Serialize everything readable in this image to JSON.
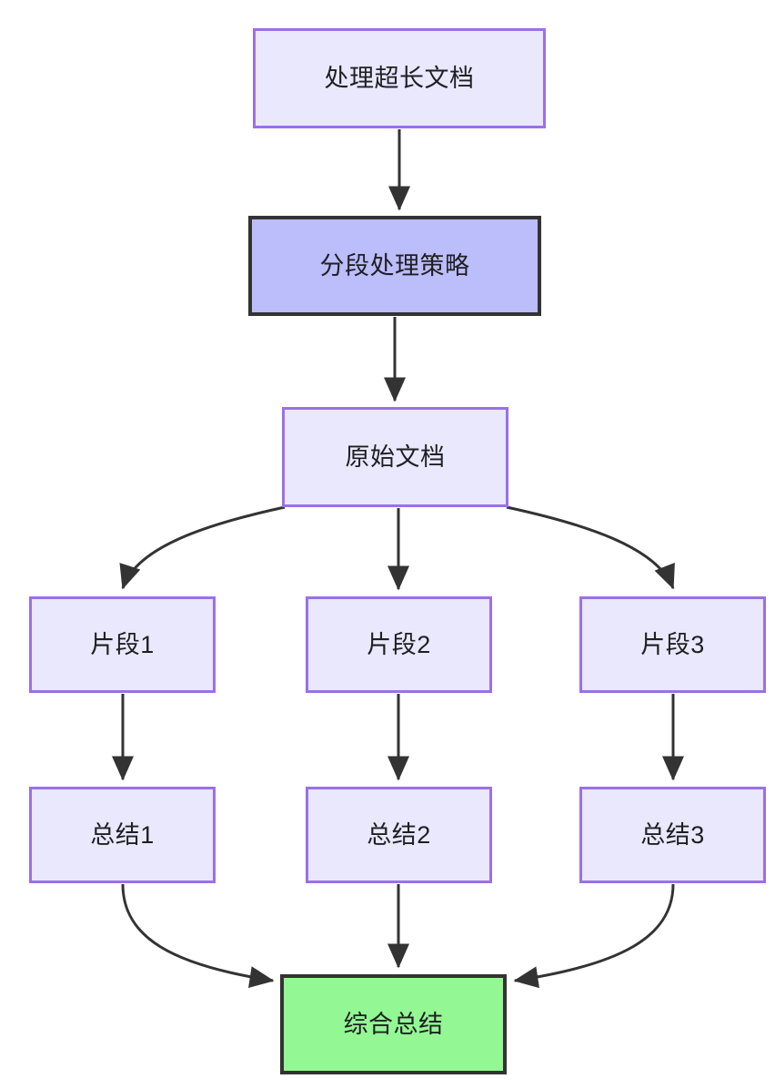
{
  "diagram": {
    "type": "flowchart",
    "direction": "top-down",
    "background_color": "#ffffff",
    "edge_color": "#333333",
    "palette": {
      "light_fill": "#eae8fd",
      "light_border": "#9a70e8",
      "accent_fill": "#bcbdfb",
      "accent_border": "#333333",
      "success_fill": "#93f894",
      "success_border": "#333333",
      "text_color": "#1f1f22"
    },
    "nodes": [
      {
        "id": "n1",
        "label": "处理超长文档",
        "style": "light"
      },
      {
        "id": "n2",
        "label": "分段处理策略",
        "style": "accent"
      },
      {
        "id": "n3",
        "label": "原始文档",
        "style": "light"
      },
      {
        "id": "n4",
        "label": "片段1",
        "style": "light"
      },
      {
        "id": "n5",
        "label": "片段2",
        "style": "light"
      },
      {
        "id": "n6",
        "label": "片段3",
        "style": "light"
      },
      {
        "id": "n7",
        "label": "总结1",
        "style": "light"
      },
      {
        "id": "n8",
        "label": "总结2",
        "style": "light"
      },
      {
        "id": "n9",
        "label": "总结3",
        "style": "light"
      },
      {
        "id": "n10",
        "label": "综合总结",
        "style": "success"
      }
    ],
    "edges": [
      {
        "from": "n1",
        "to": "n2",
        "shape": "straight"
      },
      {
        "from": "n2",
        "to": "n3",
        "shape": "straight"
      },
      {
        "from": "n3",
        "to": "n4",
        "shape": "curved"
      },
      {
        "from": "n3",
        "to": "n5",
        "shape": "straight"
      },
      {
        "from": "n3",
        "to": "n6",
        "shape": "curved"
      },
      {
        "from": "n4",
        "to": "n7",
        "shape": "straight"
      },
      {
        "from": "n5",
        "to": "n8",
        "shape": "straight"
      },
      {
        "from": "n6",
        "to": "n9",
        "shape": "straight"
      },
      {
        "from": "n7",
        "to": "n10",
        "shape": "curved"
      },
      {
        "from": "n8",
        "to": "n10",
        "shape": "straight"
      },
      {
        "from": "n9",
        "to": "n10",
        "shape": "curved"
      }
    ]
  }
}
